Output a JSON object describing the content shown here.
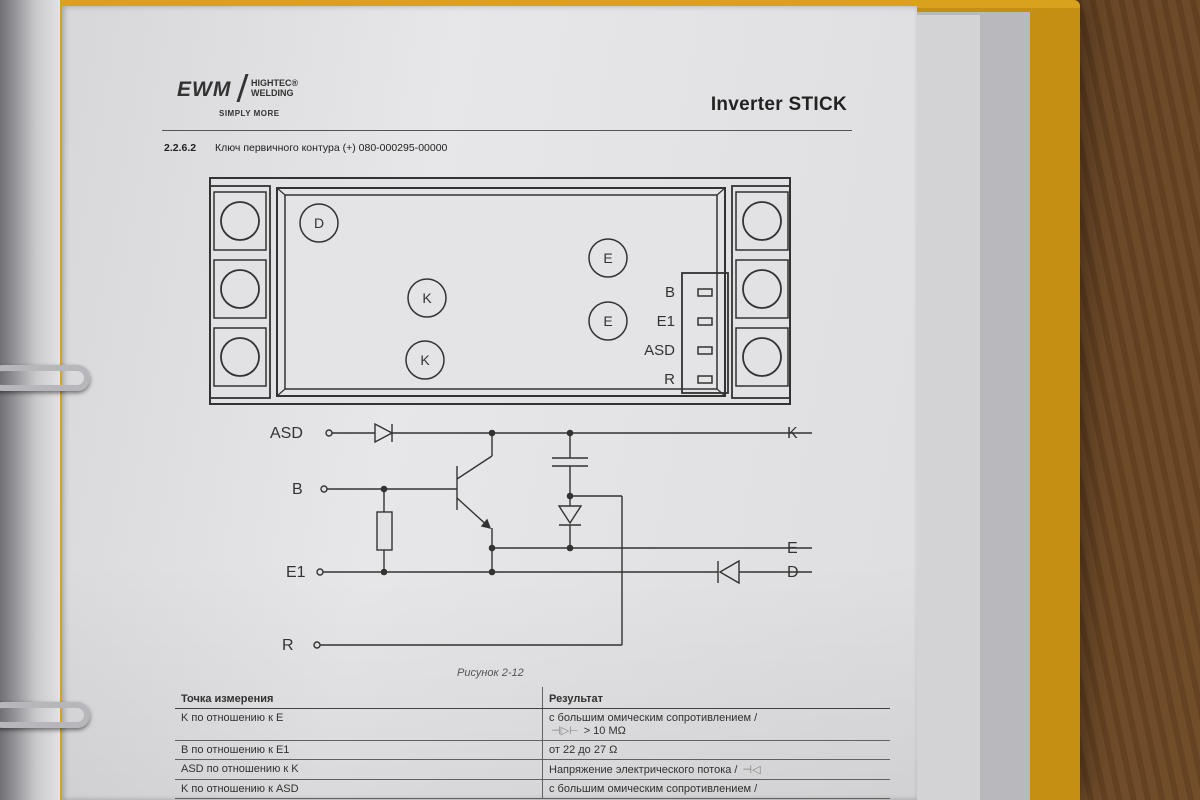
{
  "header": {
    "logo_main": "EWM",
    "logo_line1": "HIGHTEC®",
    "logo_line2": "WELDING",
    "logo_tagline": "SIMPLY MORE",
    "title": "Inverter STICK"
  },
  "section": {
    "number": "2.2.6.2",
    "title": "Ключ первичного контура (+) 080-000295-00000"
  },
  "module": {
    "circles": [
      "D",
      "E",
      "K",
      "E",
      "K"
    ],
    "connector_pins": [
      "B",
      "E1",
      "ASD",
      "R"
    ]
  },
  "schematic": {
    "left_terminals": [
      "ASD",
      "B",
      "E1",
      "R"
    ],
    "right_terminals": [
      "K",
      "E",
      "D"
    ]
  },
  "figure_caption": "Рисунок 2-12",
  "table": {
    "headers": [
      "Точка измерения",
      "Результат"
    ],
    "rows": [
      {
        "point": "K по отношению к E",
        "result": "с большим омическим сопротивлением /",
        "result_line2": "> 10 MΩ"
      },
      {
        "point": "B по отношению к E1",
        "result": "от 22 до 27 Ω",
        "result_line2": ""
      },
      {
        "point": "ASD по отношению к K",
        "result": "Напряжение электрического потока /",
        "result_line2": ""
      },
      {
        "point": "K по отношению к ASD",
        "result": "с большим омическим сопротивлением /",
        "result_line2": ""
      }
    ]
  }
}
